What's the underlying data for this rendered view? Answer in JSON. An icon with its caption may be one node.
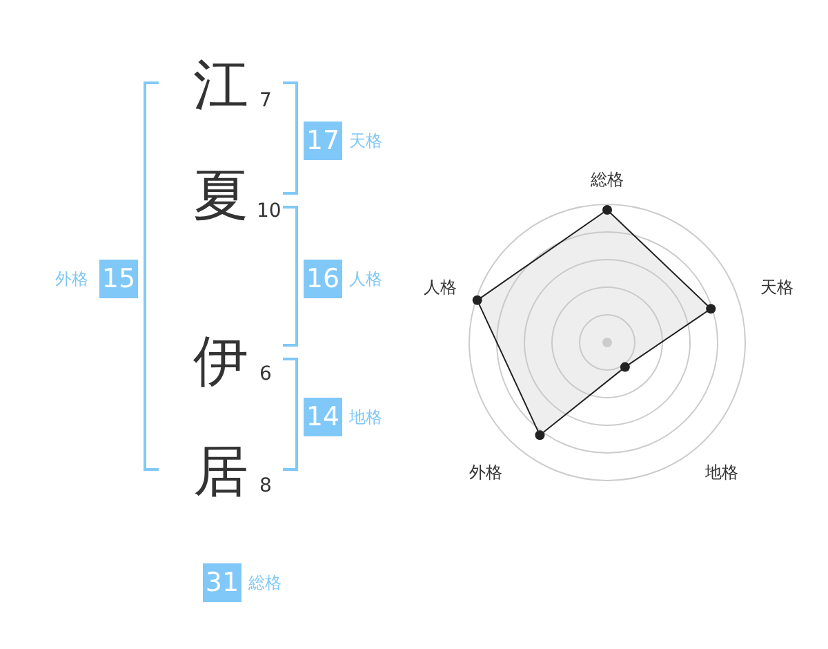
{
  "diagram": {
    "nodes": [
      {
        "text": [
          "江"
        ],
        "beside": [
          "7"
        ]
      },
      {
        "text": [
          "夏"
        ],
        "beside": [
          "10"
        ]
      },
      {
        "text": [
          "伊"
        ],
        "beside": [
          "6"
        ]
      },
      {
        "text": [
          "居"
        ],
        "beside": [
          "8"
        ]
      },
      {
        "text": [
          "17"
        ],
        "beside": [
          "天格"
        ]
      },
      {
        "text": [
          "16"
        ],
        "beside": [
          "人格"
        ]
      },
      {
        "text": [
          "14"
        ],
        "beside": [
          "地格"
        ]
      },
      {
        "text": [
          "15"
        ],
        "beside": [
          "外格"
        ]
      },
      {
        "text": [
          "31"
        ],
        "beside": [
          "総格"
        ]
      }
    ],
    "labels": [
      "総格",
      "人格",
      "天格",
      "外格",
      "地格"
    ]
  }
}
